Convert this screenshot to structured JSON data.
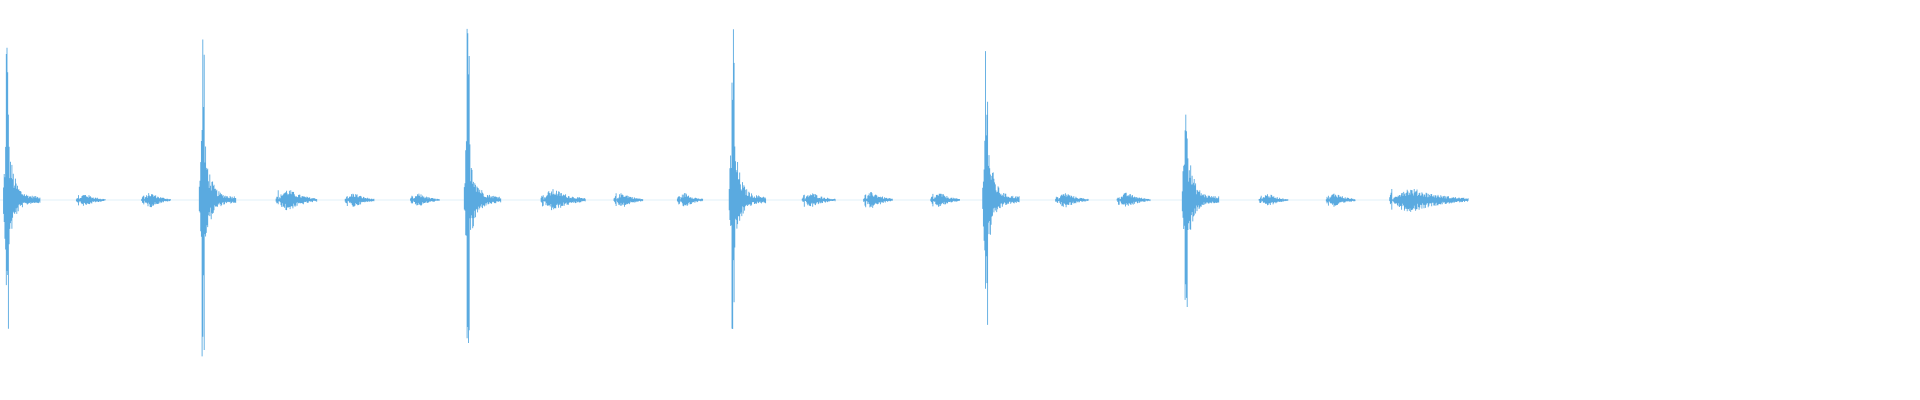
{
  "waveform": {
    "color": "#5aaae0",
    "background": "#ffffff",
    "duration_fraction": 0.765,
    "events": [
      {
        "t": 0.003,
        "amp": 0.95,
        "tail": 0.018
      },
      {
        "t": 0.041,
        "amp": 0.07,
        "tail": 0.014
      },
      {
        "t": 0.075,
        "amp": 0.08,
        "tail": 0.014
      },
      {
        "t": 0.105,
        "amp": 1.0,
        "tail": 0.018
      },
      {
        "t": 0.145,
        "amp": 0.12,
        "tail": 0.02
      },
      {
        "t": 0.181,
        "amp": 0.08,
        "tail": 0.014
      },
      {
        "t": 0.215,
        "amp": 0.07,
        "tail": 0.014
      },
      {
        "t": 0.243,
        "amp": 0.98,
        "tail": 0.018
      },
      {
        "t": 0.283,
        "amp": 0.12,
        "tail": 0.022
      },
      {
        "t": 0.321,
        "amp": 0.08,
        "tail": 0.014
      },
      {
        "t": 0.354,
        "amp": 0.08,
        "tail": 0.012
      },
      {
        "t": 0.381,
        "amp": 1.0,
        "tail": 0.018
      },
      {
        "t": 0.419,
        "amp": 0.08,
        "tail": 0.016
      },
      {
        "t": 0.451,
        "amp": 0.09,
        "tail": 0.014
      },
      {
        "t": 0.486,
        "amp": 0.08,
        "tail": 0.014
      },
      {
        "t": 0.513,
        "amp": 0.99,
        "tail": 0.018
      },
      {
        "t": 0.551,
        "amp": 0.08,
        "tail": 0.016
      },
      {
        "t": 0.583,
        "amp": 0.08,
        "tail": 0.016
      },
      {
        "t": 0.617,
        "amp": 0.93,
        "tail": 0.018
      },
      {
        "t": 0.657,
        "amp": 0.07,
        "tail": 0.014
      },
      {
        "t": 0.692,
        "amp": 0.08,
        "tail": 0.014
      },
      {
        "t": 0.725,
        "amp": 0.13,
        "tail": 0.04
      }
    ]
  }
}
